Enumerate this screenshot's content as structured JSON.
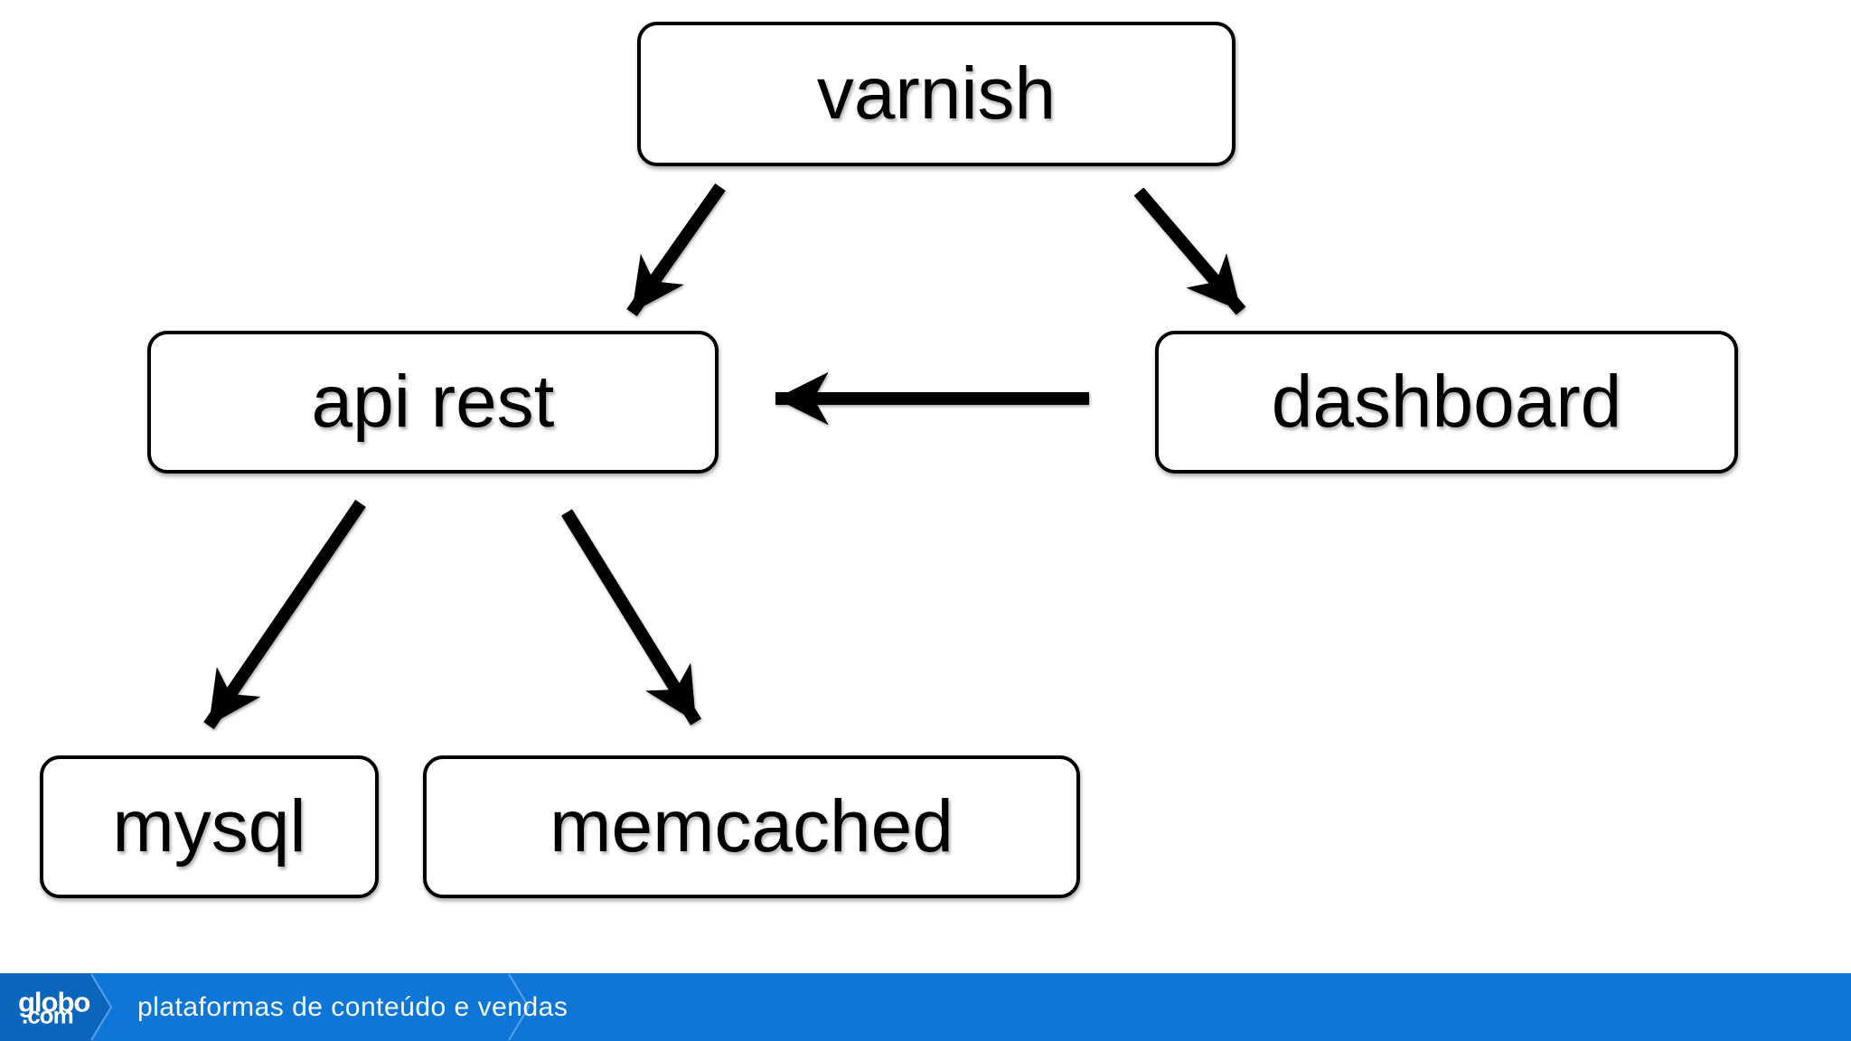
{
  "diagram": {
    "type": "flowchart",
    "nodes": [
      {
        "id": "varnish",
        "label": "varnish"
      },
      {
        "id": "api-rest",
        "label": "api rest"
      },
      {
        "id": "dashboard",
        "label": "dashboard"
      },
      {
        "id": "mysql",
        "label": "mysql"
      },
      {
        "id": "memcached",
        "label": "memcached"
      }
    ],
    "edges": [
      {
        "from": "varnish",
        "to": "api-rest"
      },
      {
        "from": "varnish",
        "to": "dashboard"
      },
      {
        "from": "dashboard",
        "to": "api-rest"
      },
      {
        "from": "api-rest",
        "to": "mysql"
      },
      {
        "from": "api-rest",
        "to": "memcached"
      }
    ]
  },
  "footer": {
    "logo_top": "globo",
    "logo_bottom": ".com",
    "title": "plataformas de conteúdo e vendas"
  },
  "colors": {
    "background": "#ffffff",
    "node_border": "#000000",
    "arrow": "#000000",
    "bar_blue": "#0d76d6",
    "bar_blue_dark": "#0a66bd",
    "chevron_stroke": "#6aa9e7"
  }
}
